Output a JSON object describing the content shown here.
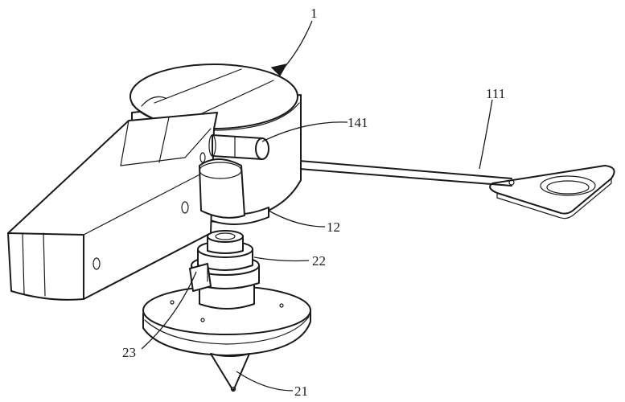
{
  "labels": {
    "body": "1",
    "rod": "111",
    "knob": "141",
    "ring": "12",
    "collar": "22",
    "clip": "23",
    "tip": "21"
  },
  "colors": {
    "ink": "#1a1a1a",
    "paper": "#ffffff"
  }
}
